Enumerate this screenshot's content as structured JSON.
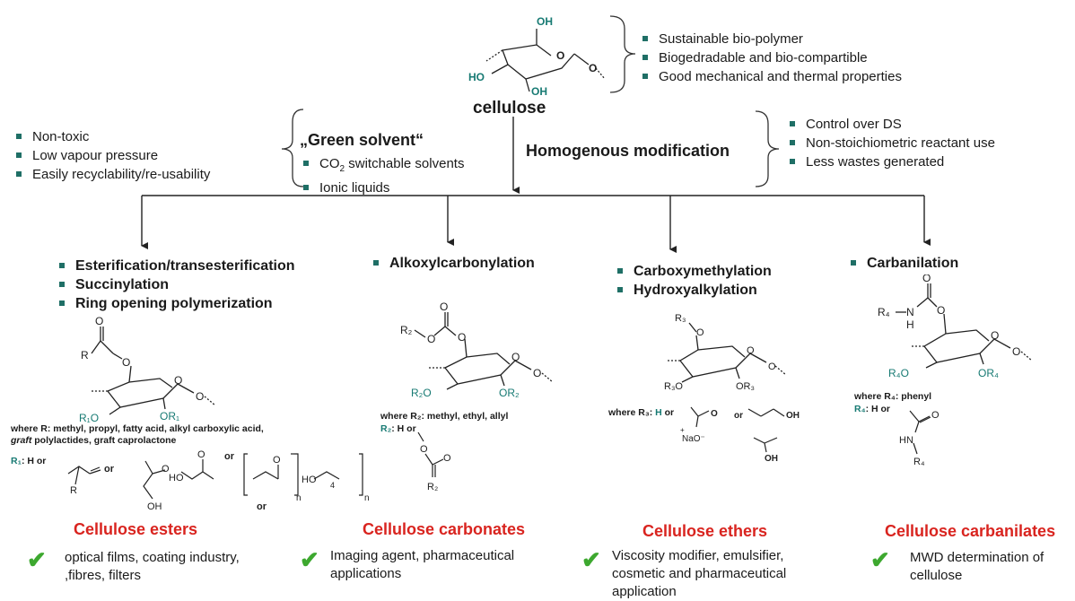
{
  "top": {
    "cellulose_label": "cellulose",
    "oh_top": "OH",
    "oh_left": "HO",
    "oh_bottom": "OH",
    "ring_o": "O",
    "link_o": "O",
    "properties": [
      "Sustainable bio-polymer",
      "Biogedradable and bio-compartible",
      "Good mechanical and thermal properties"
    ]
  },
  "green_solvent": {
    "title": "„Green solvent“",
    "left_points": [
      "Non-toxic",
      "Low vapour pressure",
      "Easily recyclability/re-usability"
    ],
    "solvents": [
      {
        "pre": "CO",
        "sub": "2",
        "post": " switchable solvents"
      },
      {
        "pre": "Ionic liquids",
        "sub": "",
        "post": ""
      }
    ]
  },
  "homogenous": {
    "title": "Homogenous modification",
    "points": [
      "Control over DS",
      "Non-stoichiometric reactant use",
      "Less wastes generated"
    ]
  },
  "branches": {
    "esters": {
      "reactions": [
        "Esterification/transesterification",
        "Succinylation",
        "Ring opening polymerization"
      ],
      "struct": {
        "R": "R",
        "O1": "O",
        "O2": "O",
        "R1O": "R₁O",
        "OR1": "OR₁",
        "oring": "O",
        "olink": "O"
      },
      "where_line1": "where R: methyl, propyl, fatty acid, alkyl carboxylic acid,",
      "where_graft": "graft",
      "where_line2": " polylactides, graft caprolactone",
      "r1_label": "R₁",
      "r1_rest": ": H or",
      "or": "or",
      "frag": {
        "R": "R",
        "HO": "HO",
        "O": "O",
        "OH": "OH",
        "n": "n",
        "sub4": "4"
      },
      "title": "Cellulose esters",
      "application": "optical films, coating industry, ,fibres, filters"
    },
    "carbonates": {
      "reactions": [
        "Alkoxylcarbonylation"
      ],
      "struct": {
        "R2": "R₂",
        "O": "O",
        "R2O": "R₂O",
        "OR2": "OR₂"
      },
      "where_line1": "where R₂: methyl, ethyl, allyl",
      "r2_label": "R₂",
      "r2_rest": ": H or",
      "frag": {
        "O": "O",
        "R2": "R₂"
      },
      "title": "Cellulose carbonates",
      "application": "Imaging agent, pharmaceutical applications"
    },
    "ethers": {
      "reactions": [
        "Carboxymethylation",
        "Hydroxyalkylation"
      ],
      "struct": {
        "R3": "R₃",
        "O": "O",
        "R3O": "R₃O",
        "OR3": "OR₃"
      },
      "where_pre": "where R₃: ",
      "where_h": "H",
      "where_or": " or",
      "frag": {
        "NaO": "NaO⁻",
        "plus": "+",
        "O": "O",
        "or": "or",
        "OH": "OH"
      },
      "title": "Cellulose ethers",
      "application": "Viscosity modifier, emulsifier, cosmetic and pharmaceutical application"
    },
    "carbanilates": {
      "reactions": [
        "Carbanilation"
      ],
      "struct": {
        "R4": "R₄",
        "N": "N",
        "H": "H",
        "O": "O",
        "R4O": "R₄O",
        "OR4": "OR₄"
      },
      "where_line1": "where R₄: phenyl",
      "r4_label": "R₄",
      "r4_rest": ": H or",
      "frag": {
        "O": "O",
        "HN": "HN",
        "R4": "R₄"
      },
      "title": "Cellulose carbanilates",
      "application": "MWD determination of cellulose"
    }
  },
  "check_glyph": "✔",
  "colors": {
    "accent_red": "#d9241f",
    "teal": "#177a73",
    "check_green": "#3da82f",
    "bullet": "#1f6f66"
  }
}
